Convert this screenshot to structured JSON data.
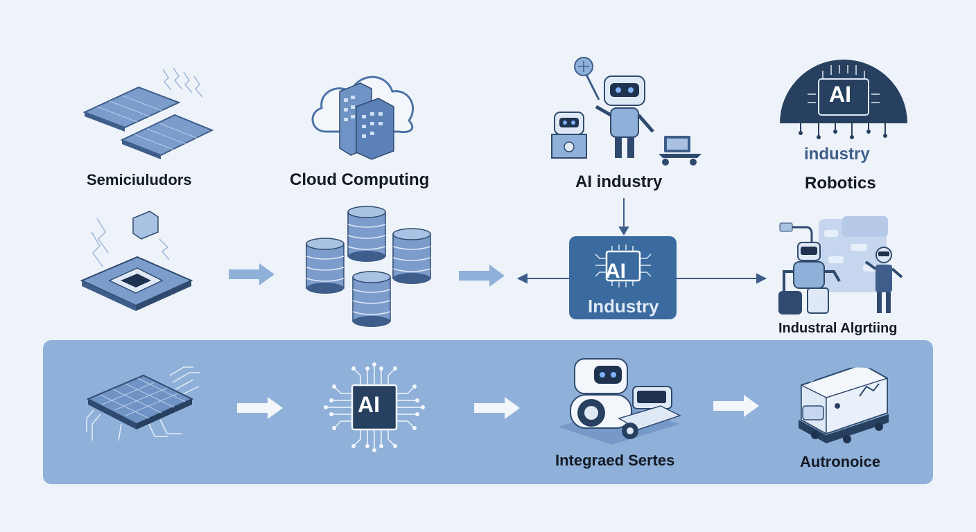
{
  "top_row": {
    "semiconductors_label": "Semiciuludors",
    "cloud_label": "Cloud Computing",
    "ai_industry_label": "AI industry",
    "robotics_label": "Robotics",
    "dome_chip_text": "AI",
    "dome_sub_text": "industry"
  },
  "middle_row": {
    "ai_box_chip_text": "AI",
    "ai_box_label": "Industry",
    "industrial_label": "Industral Algrtiing"
  },
  "bottom_band": {
    "ai_chip_text": "AI",
    "integrated_label": "Integraed Sertes",
    "autonomous_label": "Autronoice"
  },
  "colors": {
    "background": "#eef3fa",
    "band": "#8fb0d8",
    "accent_dark": "#2f4a6e",
    "ai_box": "#3a6a9e",
    "arrow": "#8fb0d8"
  },
  "icons": [
    "solar-panel-icon",
    "cloud-server-icon",
    "robots-icon",
    "ai-dome-icon",
    "chip-board-icon",
    "database-cylinders-icon",
    "ai-chip-icon",
    "industrial-robots-icon",
    "circuit-chip-icon",
    "service-robot-icon",
    "autonomous-vehicle-icon"
  ]
}
